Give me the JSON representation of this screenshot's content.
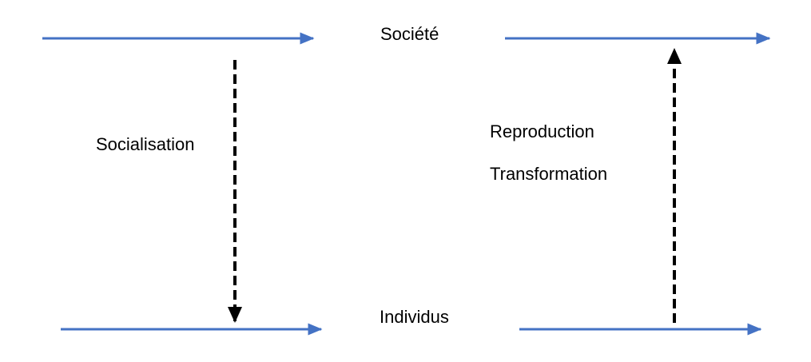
{
  "labels": {
    "societe": "Société",
    "individus": "Individus",
    "socialisation": "Socialisation",
    "reproduction": "Reproduction",
    "transformation": "Transformation"
  },
  "colors": {
    "timeline": "#4472C4",
    "influence": "#000000",
    "background": "#FFFFFF"
  }
}
